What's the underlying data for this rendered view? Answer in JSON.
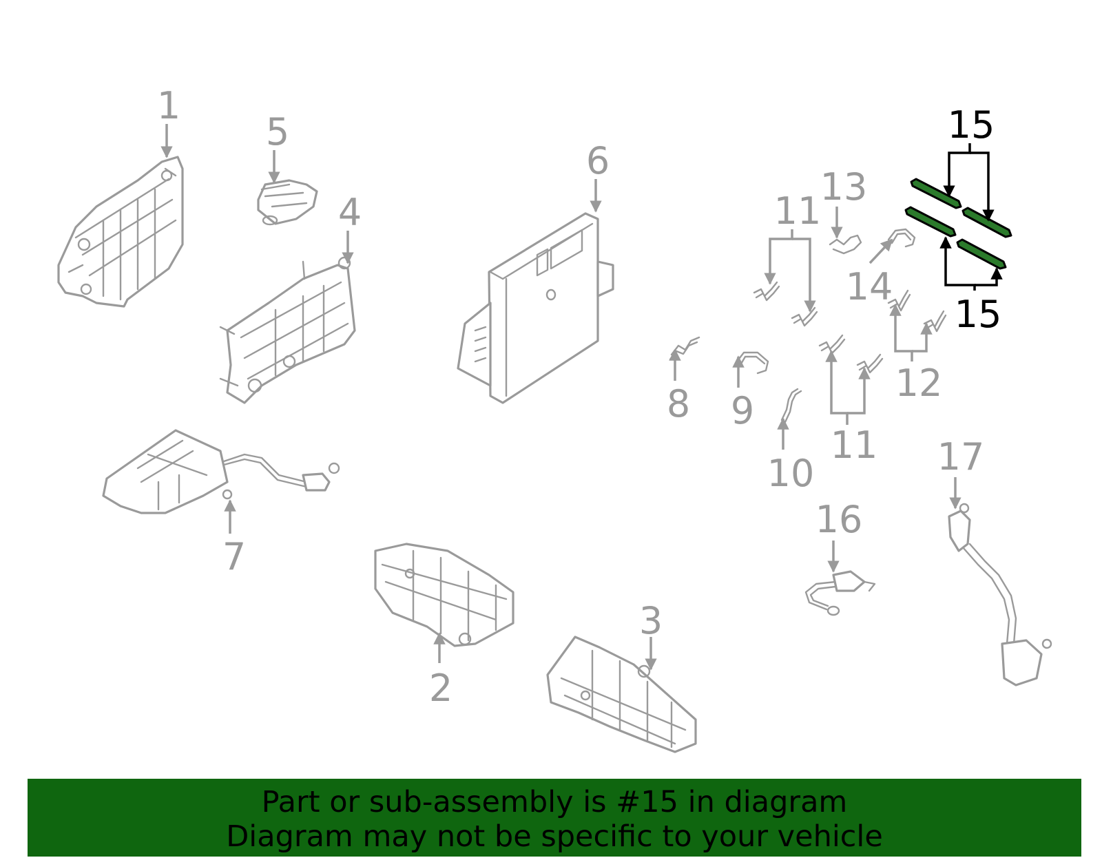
{
  "callouts": [
    "1",
    "2",
    "3",
    "4",
    "5",
    "6",
    "7",
    "8",
    "9",
    "10",
    "11",
    "11",
    "12",
    "13",
    "14",
    "15",
    "15",
    "16",
    "17"
  ],
  "highlighted_part": "15",
  "colors": {
    "banner": "#0f660f",
    "highlight_part": "#2b7a2b",
    "part_stroke": "#9a9a9a"
  },
  "banner": {
    "line1": "Part or sub-assembly is #15 in diagram",
    "line2": "Diagram may not be specific to your vehicle"
  }
}
